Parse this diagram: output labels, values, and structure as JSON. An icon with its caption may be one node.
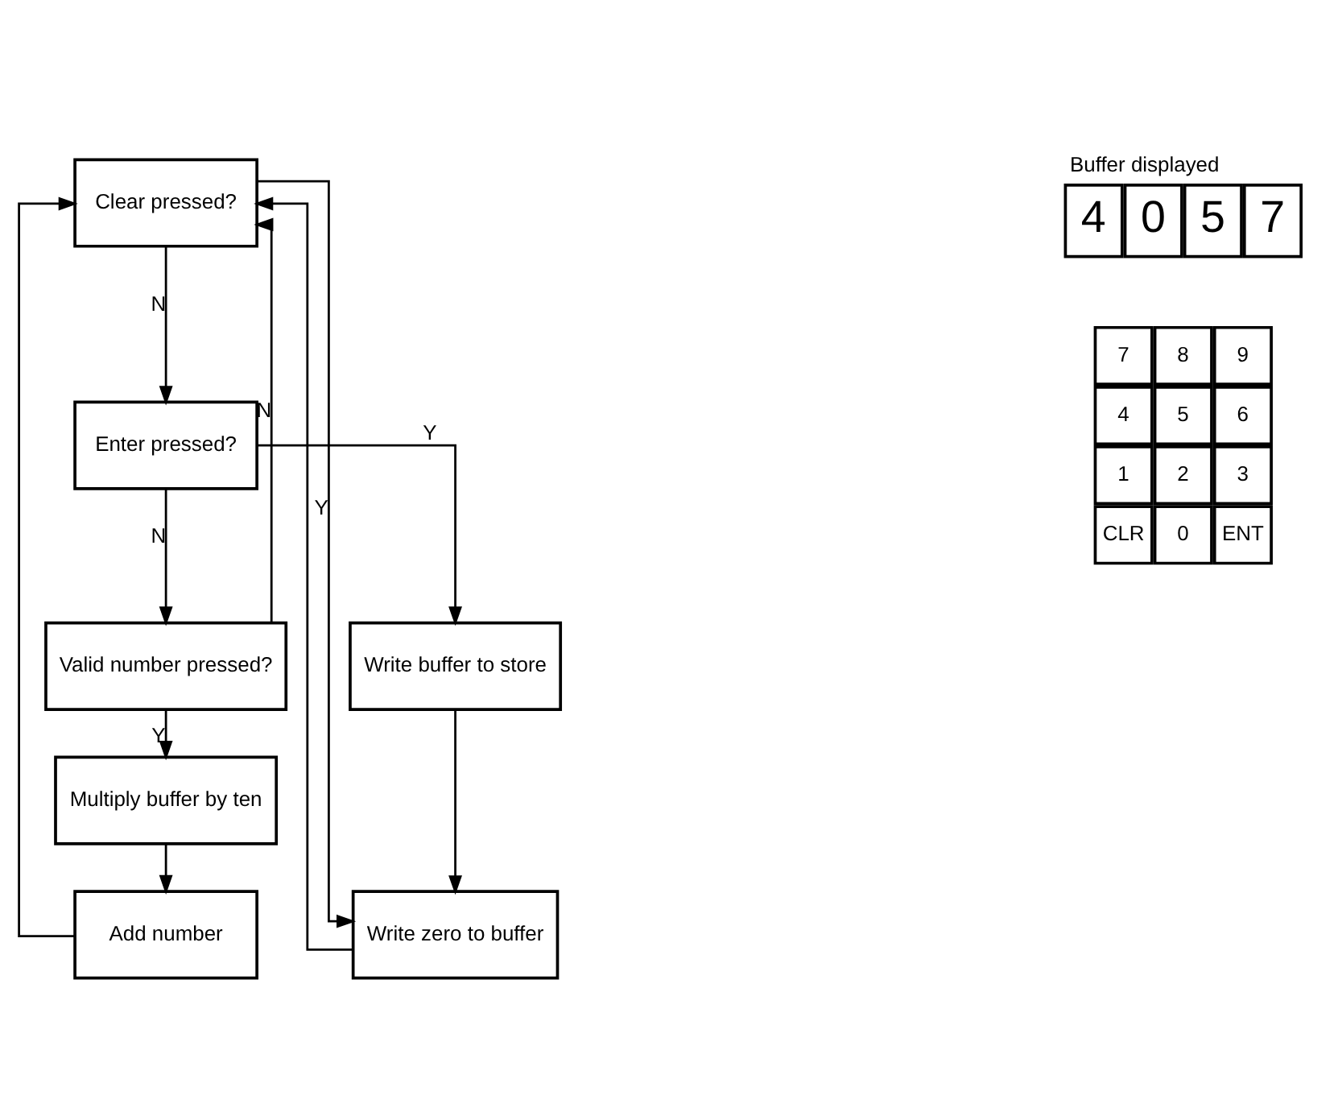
{
  "diagram": {
    "nodes": [
      {
        "text": [
          "Clear pressed?"
        ]
      },
      {
        "text": [
          "Enter pressed?"
        ]
      },
      {
        "text": [
          "Valid number pressed?"
        ]
      },
      {
        "text": [
          "Multiply buffer by ten"
        ]
      },
      {
        "text": [
          "Add number"
        ]
      },
      {
        "text": [
          "Write buffer to store"
        ]
      },
      {
        "text": [
          "Write zero to buffer"
        ]
      }
    ],
    "edges": [
      {
        "from": 0,
        "to": 1,
        "arrow": "to",
        "label": "N"
      },
      {
        "from": 0,
        "to": 6,
        "arrow": "to",
        "label": "Y"
      },
      {
        "from": 1,
        "to": 2,
        "arrow": "to",
        "label": "N"
      },
      {
        "from": 1,
        "to": 5,
        "arrow": "to",
        "label": "Y"
      },
      {
        "from": 2,
        "to": 0,
        "arrow": "to",
        "label": "N"
      },
      {
        "from": 2,
        "to": 3,
        "arrow": "to",
        "label": "Y"
      },
      {
        "from": 3,
        "to": 4,
        "arrow": "to"
      },
      {
        "from": 4,
        "to": 0,
        "arrow": "to"
      },
      {
        "from": 5,
        "to": 6,
        "arrow": "to"
      },
      {
        "from": 6,
        "to": 0,
        "arrow": "to"
      }
    ],
    "labels": [
      "Buffer displayed",
      "4",
      "0",
      "5",
      "7",
      "7",
      "8",
      "9",
      "4",
      "5",
      "6",
      "1",
      "2",
      "3",
      "CLR",
      "0",
      "ENT"
    ]
  }
}
